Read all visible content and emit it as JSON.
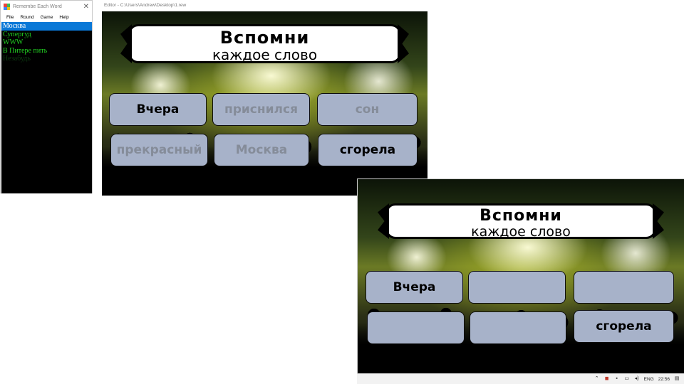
{
  "app": {
    "title": "Remembe Each Word",
    "menu": [
      "File",
      "Round",
      "Game",
      "Help"
    ],
    "list": [
      {
        "text": "Москва",
        "selected": true
      },
      {
        "text": "Супергуд",
        "selected": false
      },
      {
        "text": "WWW",
        "selected": false
      },
      {
        "text": "В Питере пить",
        "selected": false
      },
      {
        "text": "Незабудь",
        "selected": false,
        "dim": true
      }
    ]
  },
  "editor": {
    "title": "Editor - C:\\Users\\Andrew\\Desktop\\1.rew"
  },
  "scene_editor": {
    "banner_title": "Вспомни",
    "banner_sub": "каждое слово",
    "tiles": [
      {
        "text": "Вчера",
        "revealed": true
      },
      {
        "text": "приснился",
        "revealed": false
      },
      {
        "text": "сон",
        "revealed": false
      },
      {
        "text": "прекрасный",
        "revealed": false
      },
      {
        "text": "Москва",
        "revealed": false
      },
      {
        "text": "сгорела",
        "revealed": true
      }
    ]
  },
  "scene_game": {
    "banner_title": "Вспомни",
    "banner_sub": "каждое слово",
    "tiles": [
      {
        "text": "Вчера"
      },
      {
        "text": ""
      },
      {
        "text": ""
      },
      {
        "text": ""
      },
      {
        "text": ""
      },
      {
        "text": "сгорела"
      }
    ]
  },
  "taskbar": {
    "lang": "ENG",
    "time": "22:56",
    "icons": [
      "chevron-up-icon",
      "shield-icon",
      "speaker-icon",
      "network-icon",
      "volume-icon",
      "notification-icon"
    ]
  },
  "colors": {
    "list_bg": "#000000",
    "list_text": "#21d321",
    "list_selected": "#0a78d7",
    "tile_bg": "#a7b2c9",
    "tile_hidden_text": "#858c99"
  }
}
